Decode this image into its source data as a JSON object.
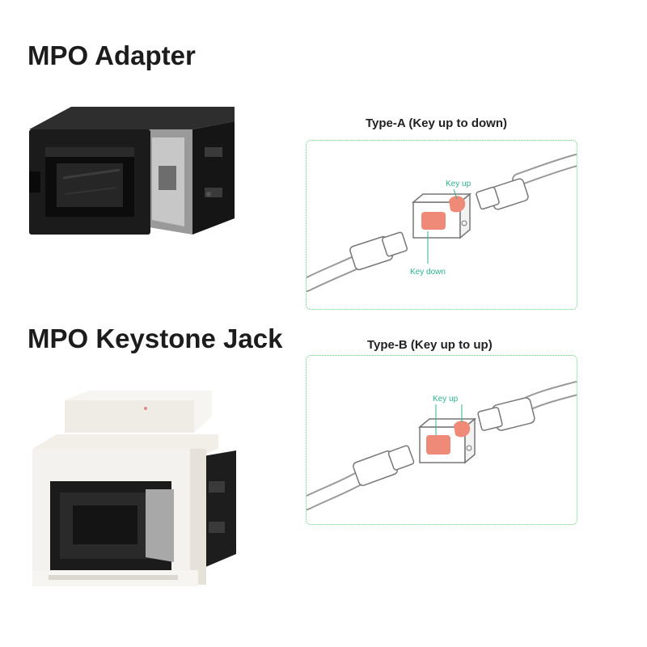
{
  "adapter": {
    "title": "MPO Adapter"
  },
  "keystone": {
    "title": "MPO Keystone Jack"
  },
  "type_a": {
    "title": "Type-A (Key up to down)",
    "key_up_label": "Key up",
    "key_down_label": "Key down"
  },
  "type_b": {
    "title": "Type-B (Key up to up)",
    "key_up_label": "Key up"
  },
  "colors": {
    "label_green": "#2db38a",
    "panel_border": "#5fd37a",
    "key_pink": "#f08a78",
    "adapter_black": "#1b1b1b",
    "keystone_white": "#f4f2ee"
  }
}
